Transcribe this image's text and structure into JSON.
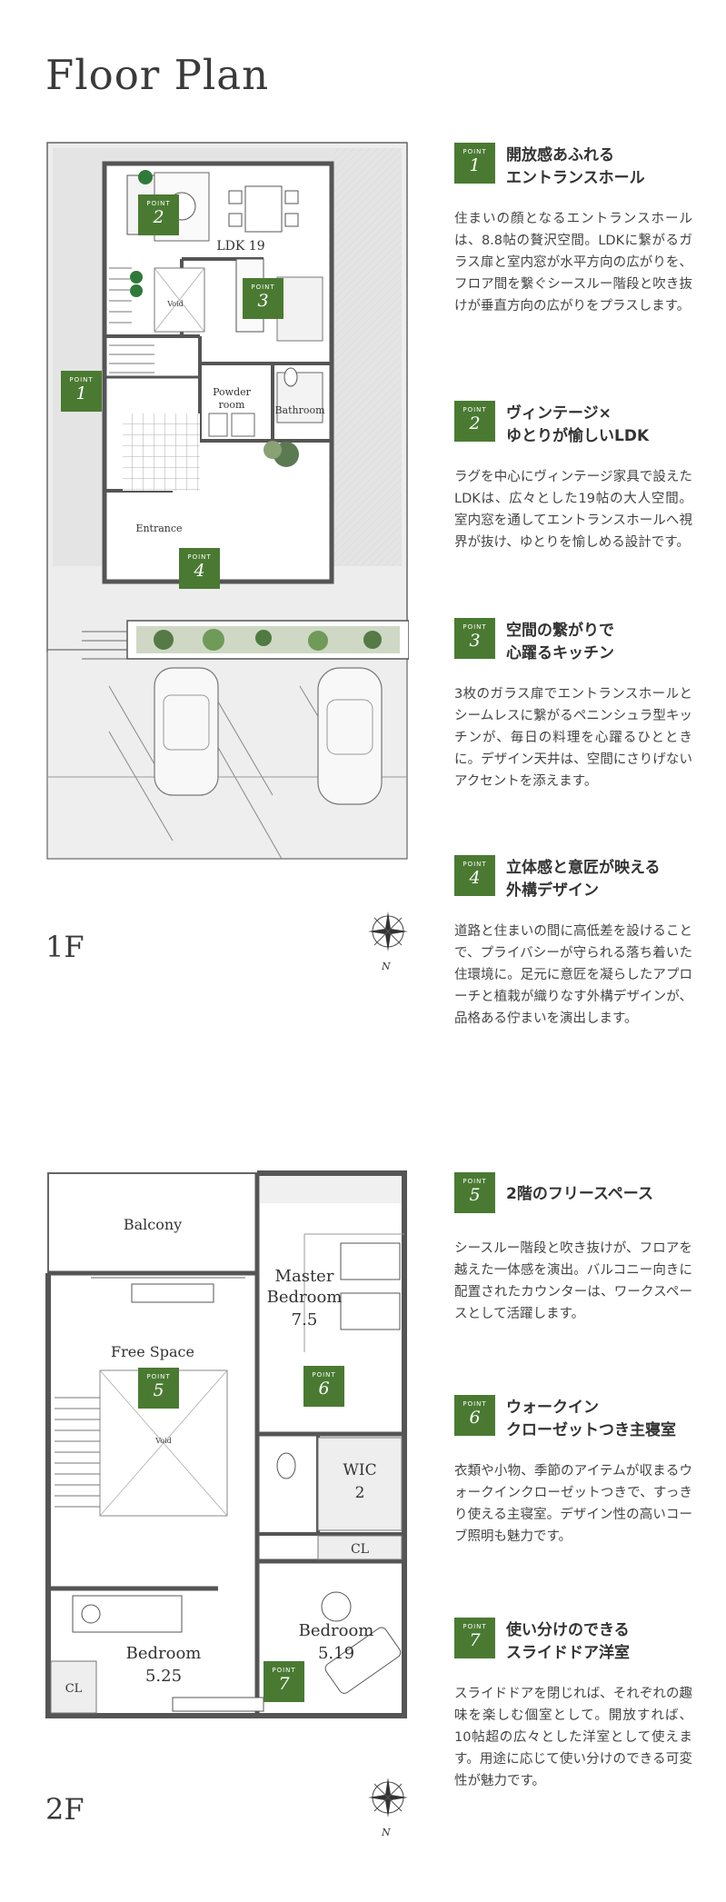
{
  "title": "Floor Plan",
  "floors": {
    "f1": "1F",
    "f2": "2F"
  },
  "badge_label": "POINT",
  "rooms_1f": {
    "ldk": "LDK 19",
    "void": "Void",
    "entrance": "Entrance",
    "powder1": "Powder",
    "powder2": "room",
    "bathroom": "Bathroom"
  },
  "rooms_2f": {
    "balcony": "Balcony",
    "master1": "Master",
    "master2": "Bedroom",
    "master3": "7.5",
    "free": "Free Space",
    "void": "Void",
    "wic1": "WIC",
    "wic2": "2",
    "cl": "CL",
    "bed1a": "Bedroom",
    "bed1b": "5.25",
    "bed2a": "Bedroom",
    "bed2b": "5.19"
  },
  "compass_n": "N",
  "points": [
    {
      "num": "1",
      "title": "開放感あふれる\nエントランスホール",
      "title1": "開放感あふれる",
      "title2": "エントランスホール",
      "body": "住まいの顔となるエントランスホールは、8.8帖の贅沢空間。LDKに繋がるガラス扉と室内窓が水平方向の広がりを、フロア間を繋ぐシースルー階段と吹き抜けが垂直方向の広がりをプラスします。"
    },
    {
      "num": "2",
      "title1": "ヴィンテージ×",
      "title2": "ゆとりが愉しいLDK",
      "body": "ラグを中心にヴィンテージ家具で設えたLDKは、広々とした19帖の大人空間。室内窓を通してエントランスホールへ視界が抜け、ゆとりを愉しめる設計です。"
    },
    {
      "num": "3",
      "title1": "空間の繋がりで",
      "title2": "心躍るキッチン",
      "body": "3枚のガラス扉でエントランスホールとシームレスに繋がるペニンシュラ型キッチンが、毎日の料理を心躍るひとときに。デザイン天井は、空間にさりげないアクセントを添えます。"
    },
    {
      "num": "4",
      "title1": "立体感と意匠が映える",
      "title2": "外構デザイン",
      "body": "道路と住まいの間に高低差を設けることで、プライバシーが守られる落ち着いた住環境に。足元に意匠を凝らしたアプローチと植栽が織りなす外構デザインが、品格ある佇まいを演出します。"
    },
    {
      "num": "5",
      "title1": "2階のフリースペース",
      "title2": "",
      "body": "シースルー階段と吹き抜けが、フロアを越えた一体感を演出。バルコニー向きに配置されたカウンターは、ワークスペースとして活躍します。"
    },
    {
      "num": "6",
      "title1": "ウォークイン",
      "title2": "クローゼットつき主寝室",
      "body": "衣類や小物、季節のアイテムが収まるウォークインクローゼットつきで、すっきり使える主寝室。デザイン性の高いコーブ照明も魅力です。"
    },
    {
      "num": "7",
      "title1": "使い分けのできる",
      "title2": "スライドドア洋室",
      "body": "スライドドアを閉じれば、それぞれの趣味を楽しむ個室として。開放すれば、10帖超の広々とした洋室として使えます。用途に応じて使い分けのできる可変性が魅力です。"
    }
  ]
}
